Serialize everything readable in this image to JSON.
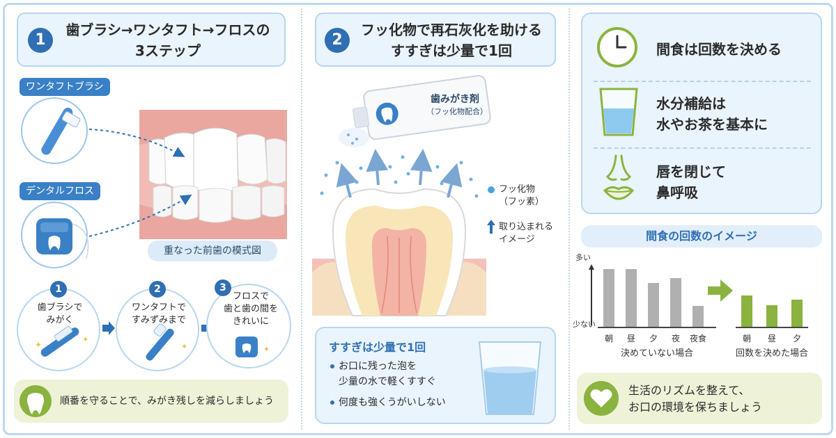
{
  "section1": {
    "number": "1",
    "title_line1": "歯ブラシ→ワンタフト→フロスの",
    "title_line2": "3ステップ",
    "label_onetuft": "ワンタフトブラシ",
    "label_floss": "デンタルフロス",
    "diagram_caption": "重なった前歯の模式図",
    "steps": [
      {
        "num": "1",
        "text": "歯ブラシで\nみがく"
      },
      {
        "num": "2",
        "text": "ワンタフトで\nすみずみまで"
      },
      {
        "num": "3",
        "text": "フロスで\n歯と歯の間を\nきれいに"
      }
    ],
    "tip": "順番を守ることで、みがき残しを減らしましょう"
  },
  "section2": {
    "number": "2",
    "title_line1": "フッ化物で再石灰化を助ける",
    "title_line2": "すすぎは少量で1回",
    "tube_line1": "歯みがき剤",
    "tube_line2": "（フッ化物配合）",
    "legend_dot": "フッ化物\n（フッ素）",
    "legend_arrow": "取り込まれる\nイメージ",
    "rinse_title": "すすぎは少量で1回",
    "rinse_items": [
      "お口に残った泡を\n少量の水で軽くすすぐ",
      "何度も強くうがいしない"
    ]
  },
  "section3": {
    "habits": [
      {
        "icon": "clock-icon",
        "text": "間食は回数を決める"
      },
      {
        "icon": "water-glass-icon",
        "text": "水分補給は\n水やお茶を基本に"
      },
      {
        "icon": "nose-lips-icon",
        "text": "唇を閉じて\n鼻呼吸"
      }
    ],
    "chart_title": "間食の回数のイメージ",
    "tip": "生活のリズムを整えて、\nお口の環境を保ちましょう"
  },
  "chart_data": {
    "type": "bar",
    "title": "間食の回数のイメージ",
    "y_top_label": "多い",
    "y_bottom_label": "少ない",
    "ylim": [
      0,
      1
    ],
    "series": [
      {
        "name": "決めていない場合",
        "categories": [
          "朝",
          "昼",
          "夕",
          "夜",
          "夜食"
        ],
        "values": [
          0.92,
          0.92,
          0.7,
          0.78,
          0.33
        ],
        "color": "#b0b0b0"
      },
      {
        "name": "回数を決めた場合",
        "categories": [
          "朝",
          "昼",
          "夕"
        ],
        "values": [
          0.5,
          0.35,
          0.43
        ],
        "color": "#8ab33f"
      }
    ]
  },
  "colors": {
    "accent": "#2f6fb4",
    "green": "#8ab33f",
    "panel": "#eaf4fc"
  }
}
